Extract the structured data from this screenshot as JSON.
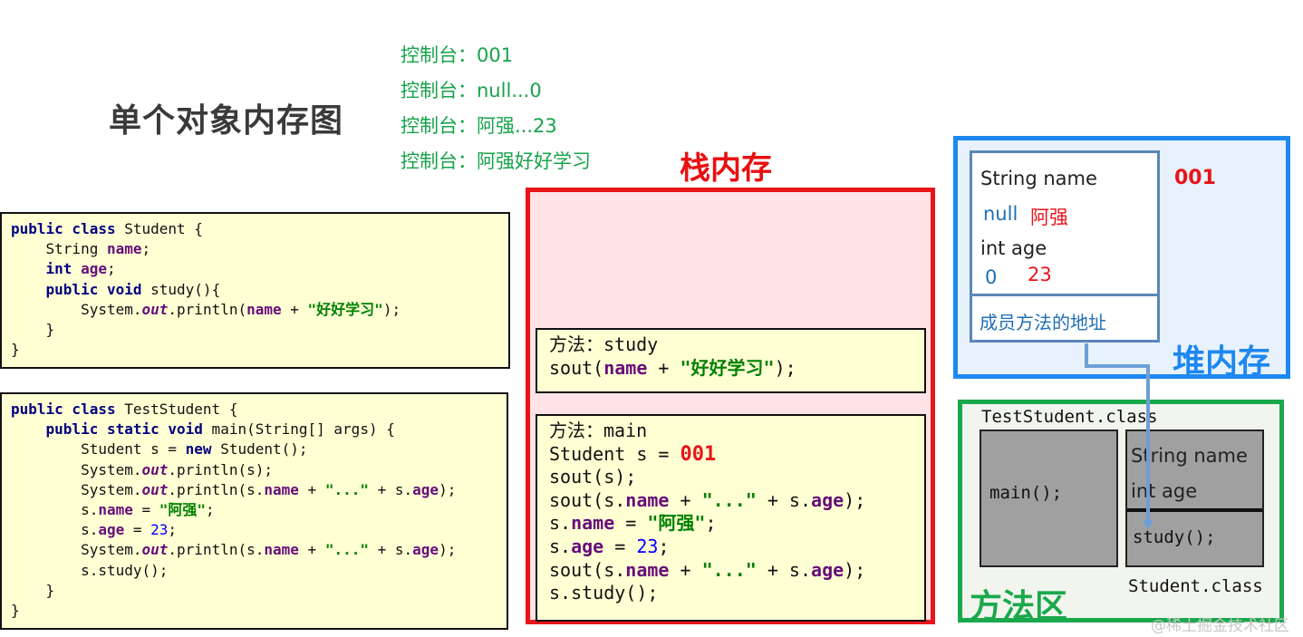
{
  "title": "单个对象内存图",
  "console_lines": [
    "控制台：001",
    "控制台：null...0",
    "控制台：阿强...23",
    "控制台：阿强好好学习"
  ],
  "student_code": {
    "l1_kw": "public class",
    "l1_rest": " Student {",
    "l2_type": "    String ",
    "l2_field": "name",
    "l2_end": ";",
    "l3_kw": "    int ",
    "l3_field": "age",
    "l3_end": ";",
    "l4_kw": "    public void",
    "l4_rest": " study(){",
    "l5_a": "        System.",
    "l5_out": "out",
    "l5_b": ".println(",
    "l5_field": "name",
    "l5_c": " + ",
    "l5_str": "\"好好学习\"",
    "l5_d": ");",
    "l6": "    }",
    "l7": "}"
  },
  "test_code": {
    "l1_kw": "public class",
    "l1_rest": " TestStudent {",
    "l2_kw": "    public static void",
    "l2_rest": " main(String[] args) {",
    "l3_a": "        Student s = ",
    "l3_kw": "new",
    "l3_b": " Student();",
    "l4_a": "        System.",
    "l4_out": "out",
    "l4_b": ".println(s);",
    "l5_a": "        System.",
    "l5_out": "out",
    "l5_b": ".println(s.",
    "l5_f1": "name",
    "l5_c": " + ",
    "l5_str": "\"...\"",
    "l5_d": " + s.",
    "l5_f2": "age",
    "l5_e": ");",
    "l6_a": "        s.",
    "l6_f": "name",
    "l6_b": " = ",
    "l6_str": "\"阿强\"",
    "l6_c": ";",
    "l7_a": "        s.",
    "l7_f": "age",
    "l7_b": " = ",
    "l7_num": "23",
    "l7_c": ";",
    "l8_a": "        System.",
    "l8_out": "out",
    "l8_b": ".println(s.",
    "l8_f1": "name",
    "l8_c": " + ",
    "l8_str": "\"...\"",
    "l8_d": " + s.",
    "l8_f2": "age",
    "l8_e": ");",
    "l9": "        s.study();",
    "l10": "    }",
    "l11": "}"
  },
  "stack": {
    "label": "栈内存",
    "study_frame": {
      "method_cn": "方法：",
      "method_name": "study",
      "l2_a": "sout(",
      "l2_f": "name",
      "l2_b": " + ",
      "l2_str": "\"好好学习\"",
      "l2_c": ");"
    },
    "main_frame": {
      "method_cn": "方法：",
      "method_name": "main",
      "l2_a": "Student s = ",
      "l2_addr": "001",
      "l3": "sout(s);",
      "l4_a": "sout(s.",
      "l4_f1": "name",
      "l4_b": " + ",
      "l4_str": "\"...\"",
      "l4_c": " + s.",
      "l4_f2": "age",
      "l4_d": ");",
      "l5_a": "s.",
      "l5_f": "name",
      "l5_b": " = ",
      "l5_str": "\"阿强\"",
      "l5_c": ";",
      "l6_a": "s.",
      "l6_f": "age",
      "l6_b": " = ",
      "l6_num": "23",
      "l6_c": ";",
      "l7_a": "sout(s.",
      "l7_f1": "name",
      "l7_b": " + ",
      "l7_str": "\"...\"",
      "l7_c": " + s.",
      "l7_f2": "age",
      "l7_d": ");",
      "l8": "s.study();"
    }
  },
  "heap": {
    "label": "堆内存",
    "address": "001",
    "name_field": "String name",
    "name_default": "null",
    "name_value": "阿强",
    "age_field": "int age",
    "age_default": "0",
    "age_value": "23",
    "method_addr": "成员方法的地址"
  },
  "method_area": {
    "label": "方法区",
    "test_class": "TestStudent.class",
    "main_method": "main();",
    "student_name": "String name",
    "student_age": "int age",
    "study_method": "study();",
    "student_class": "Student.class"
  },
  "watermark": "@稀土掘金技术社区",
  "colors": {
    "stack_border": "#e8141a",
    "heap_border": "#1e88f0",
    "method_border": "#1aa84c",
    "console_text": "#17a34a"
  }
}
